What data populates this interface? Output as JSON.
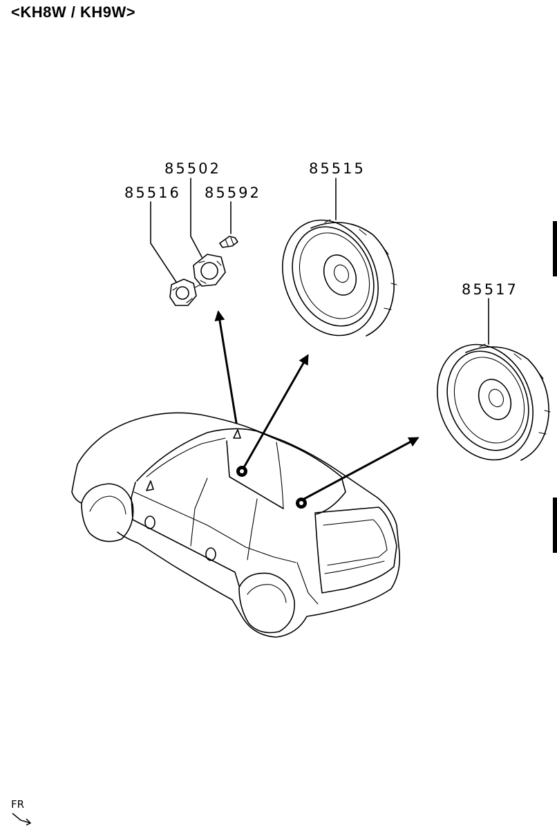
{
  "title": "<KH8W / KH9W>",
  "parts": [
    {
      "id": "85502",
      "label": "85502"
    },
    {
      "id": "85516",
      "label": "85516"
    },
    {
      "id": "85592",
      "label": "85592"
    },
    {
      "id": "85515",
      "label": "85515"
    },
    {
      "id": "85517",
      "label": "85517"
    }
  ],
  "footer_mark": "FR"
}
